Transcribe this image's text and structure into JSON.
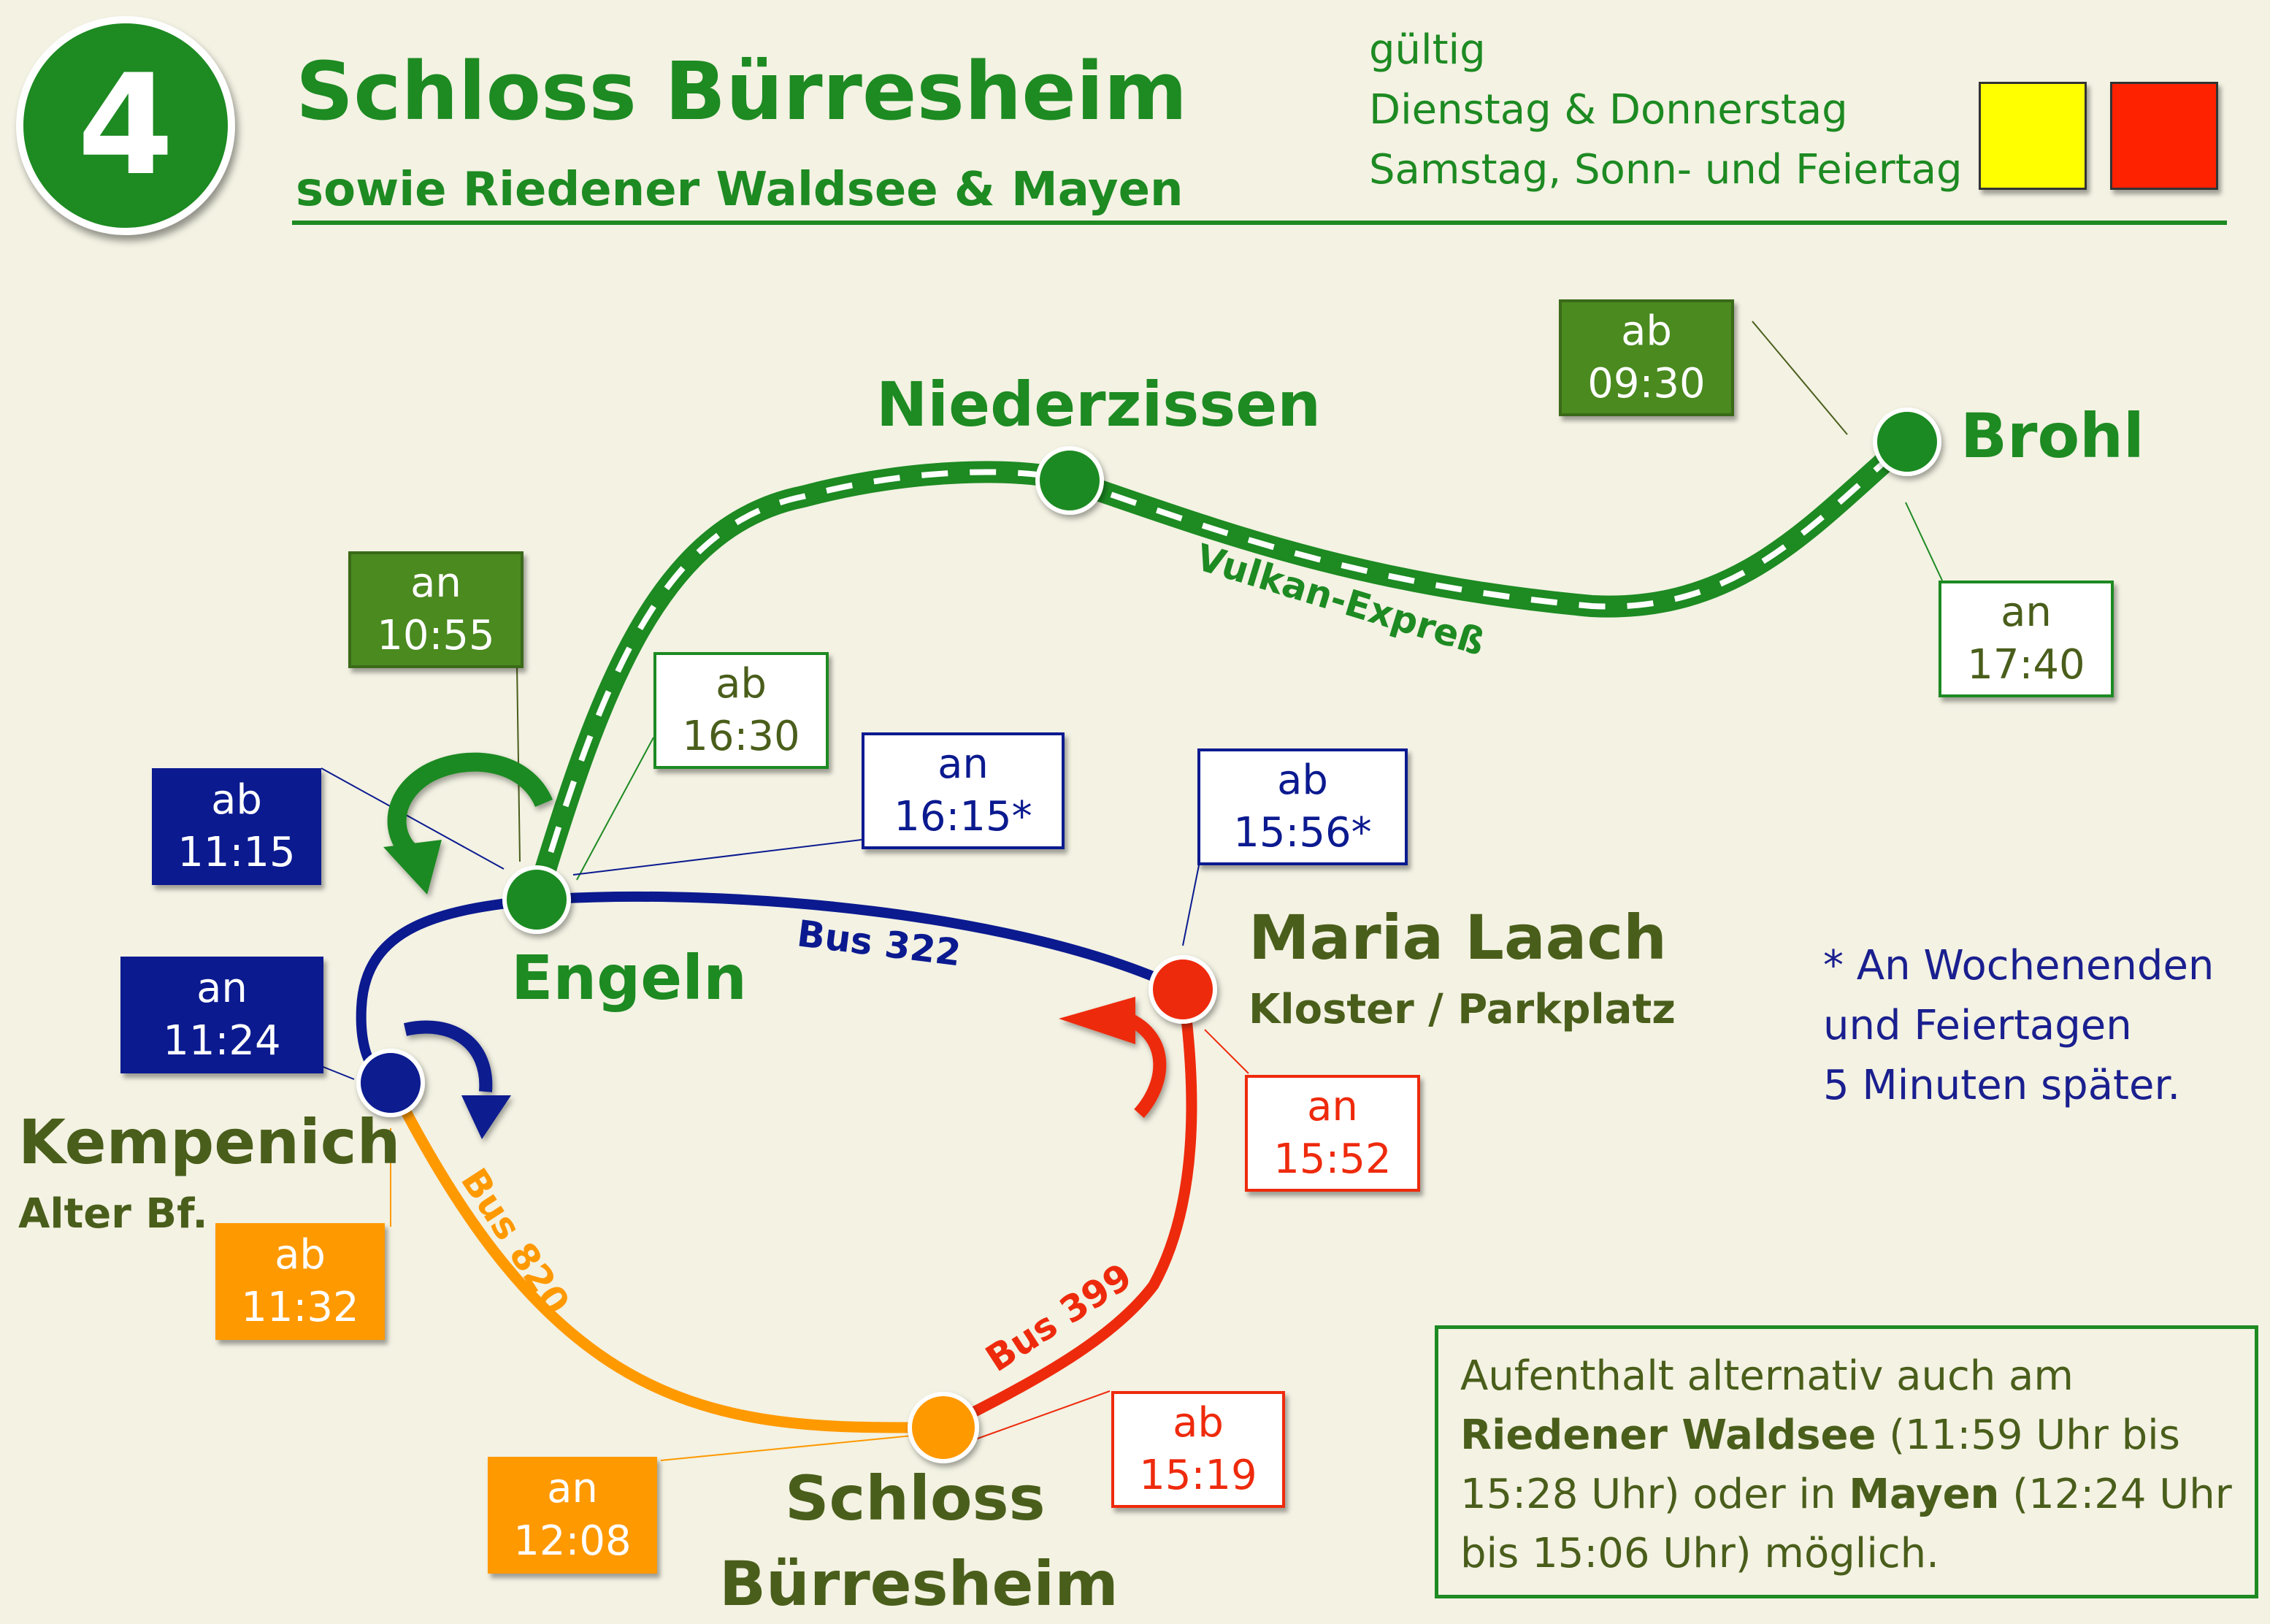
{
  "header": {
    "route_number": "4",
    "title": "Schloss Bürresheim",
    "subtitle": "sowie Riedener Waldsee & Mayen"
  },
  "validity": {
    "label": "gültig",
    "line1": "Dienstag & Donnerstag",
    "line2": "Samstag, Sonn- und Feiertag",
    "swatch1_color": "#ffff00",
    "swatch2_color": "#ff2200"
  },
  "colors": {
    "green": "#1d8a22",
    "dark_green": "#4a5e1b",
    "blue": "#0b1a8f",
    "orange": "#ff9900",
    "red": "#ee2a0c"
  },
  "stations": {
    "niederzissen": "Niederzissen",
    "brohl": "Brohl",
    "engeln": "Engeln",
    "maria_laach": "Maria Laach",
    "maria_laach_sub": "Kloster / Parkplatz",
    "kempenich": "Kempenich",
    "kempenich_sub": "Alter Bf.",
    "buerresheim_line1": "Schloss",
    "buerresheim_line2": "Bürresheim"
  },
  "lines": {
    "vulkan": "Vulkan-Expreß",
    "bus322": "Bus 322",
    "bus820": "Bus 820",
    "bus399": "Bus 399"
  },
  "times": {
    "brohl_ab": {
      "label": "ab",
      "time": "09:30"
    },
    "brohl_an": {
      "label": "an",
      "time": "17:40"
    },
    "engeln_an_train": {
      "label": "an",
      "time": "10:55"
    },
    "engeln_ab_train": {
      "label": "ab",
      "time": "16:30"
    },
    "engeln_ab_bus": {
      "label": "ab",
      "time": "11:15"
    },
    "engeln_an_bus": {
      "label": "an",
      "time": "16:15*"
    },
    "maria_laach_ab": {
      "label": "ab",
      "time": "15:56*"
    },
    "maria_laach_an": {
      "label": "an",
      "time": "15:52"
    },
    "kempenich_an": {
      "label": "an",
      "time": "11:24"
    },
    "kempenich_ab": {
      "label": "ab",
      "time": "11:32"
    },
    "buerresheim_an": {
      "label": "an",
      "time": "12:08"
    },
    "buerresheim_ab": {
      "label": "ab",
      "time": "15:19"
    }
  },
  "footnote": {
    "line1": "* An Wochenenden",
    "line2": "und Feiertagen",
    "line3": "5 Minuten später."
  },
  "alternative": {
    "t1": "Aufenthalt alternativ auch am",
    "b1": "Riedener Waldsee",
    "t2": " (11:59 Uhr bis",
    "t3": "15:28 Uhr) oder in ",
    "b2": "Mayen",
    "t4": " (12:24 Uhr",
    "t5": "bis 15:06 Uhr) möglich."
  }
}
